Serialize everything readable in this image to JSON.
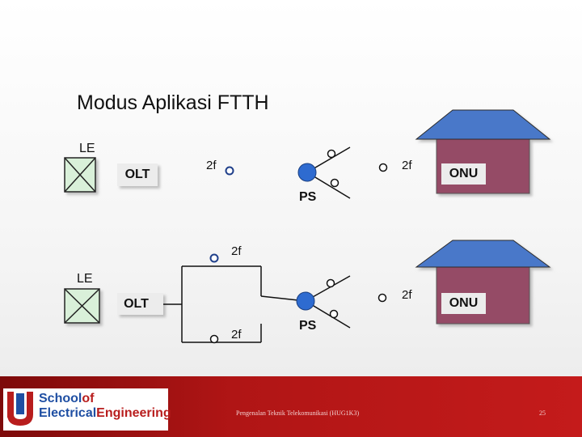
{
  "title": "Modus Aplikasi FTTH",
  "top_section": {
    "le_label": "LE",
    "olt_label": "OLT",
    "left_fiber_label": "2f",
    "right_fiber_label": "2f",
    "splitter_label": "PS",
    "onu_label": "ONU"
  },
  "bottom_section": {
    "le_label": "LE",
    "olt_label": "OLT",
    "upper_fiber_label": "2f",
    "lower_fiber_label": "2f",
    "right_fiber_label": "2f",
    "splitter_label": "PS",
    "onu_label": "ONU"
  },
  "logo": {
    "line1_a": "School",
    "line1_b": "of",
    "line2_a": "Electrical",
    "line2_b": "Engineering"
  },
  "footer": {
    "text": "Pengenalan Teknik Telekomunikasi (HUG1K3)",
    "page": "25"
  },
  "colors": {
    "roof": "#4a78c9",
    "house": "#954c66",
    "node": "#2e6bd0",
    "footer_band": "#b01515",
    "logo_blue": "#1f4fa3",
    "logo_red": "#b81d1d"
  }
}
